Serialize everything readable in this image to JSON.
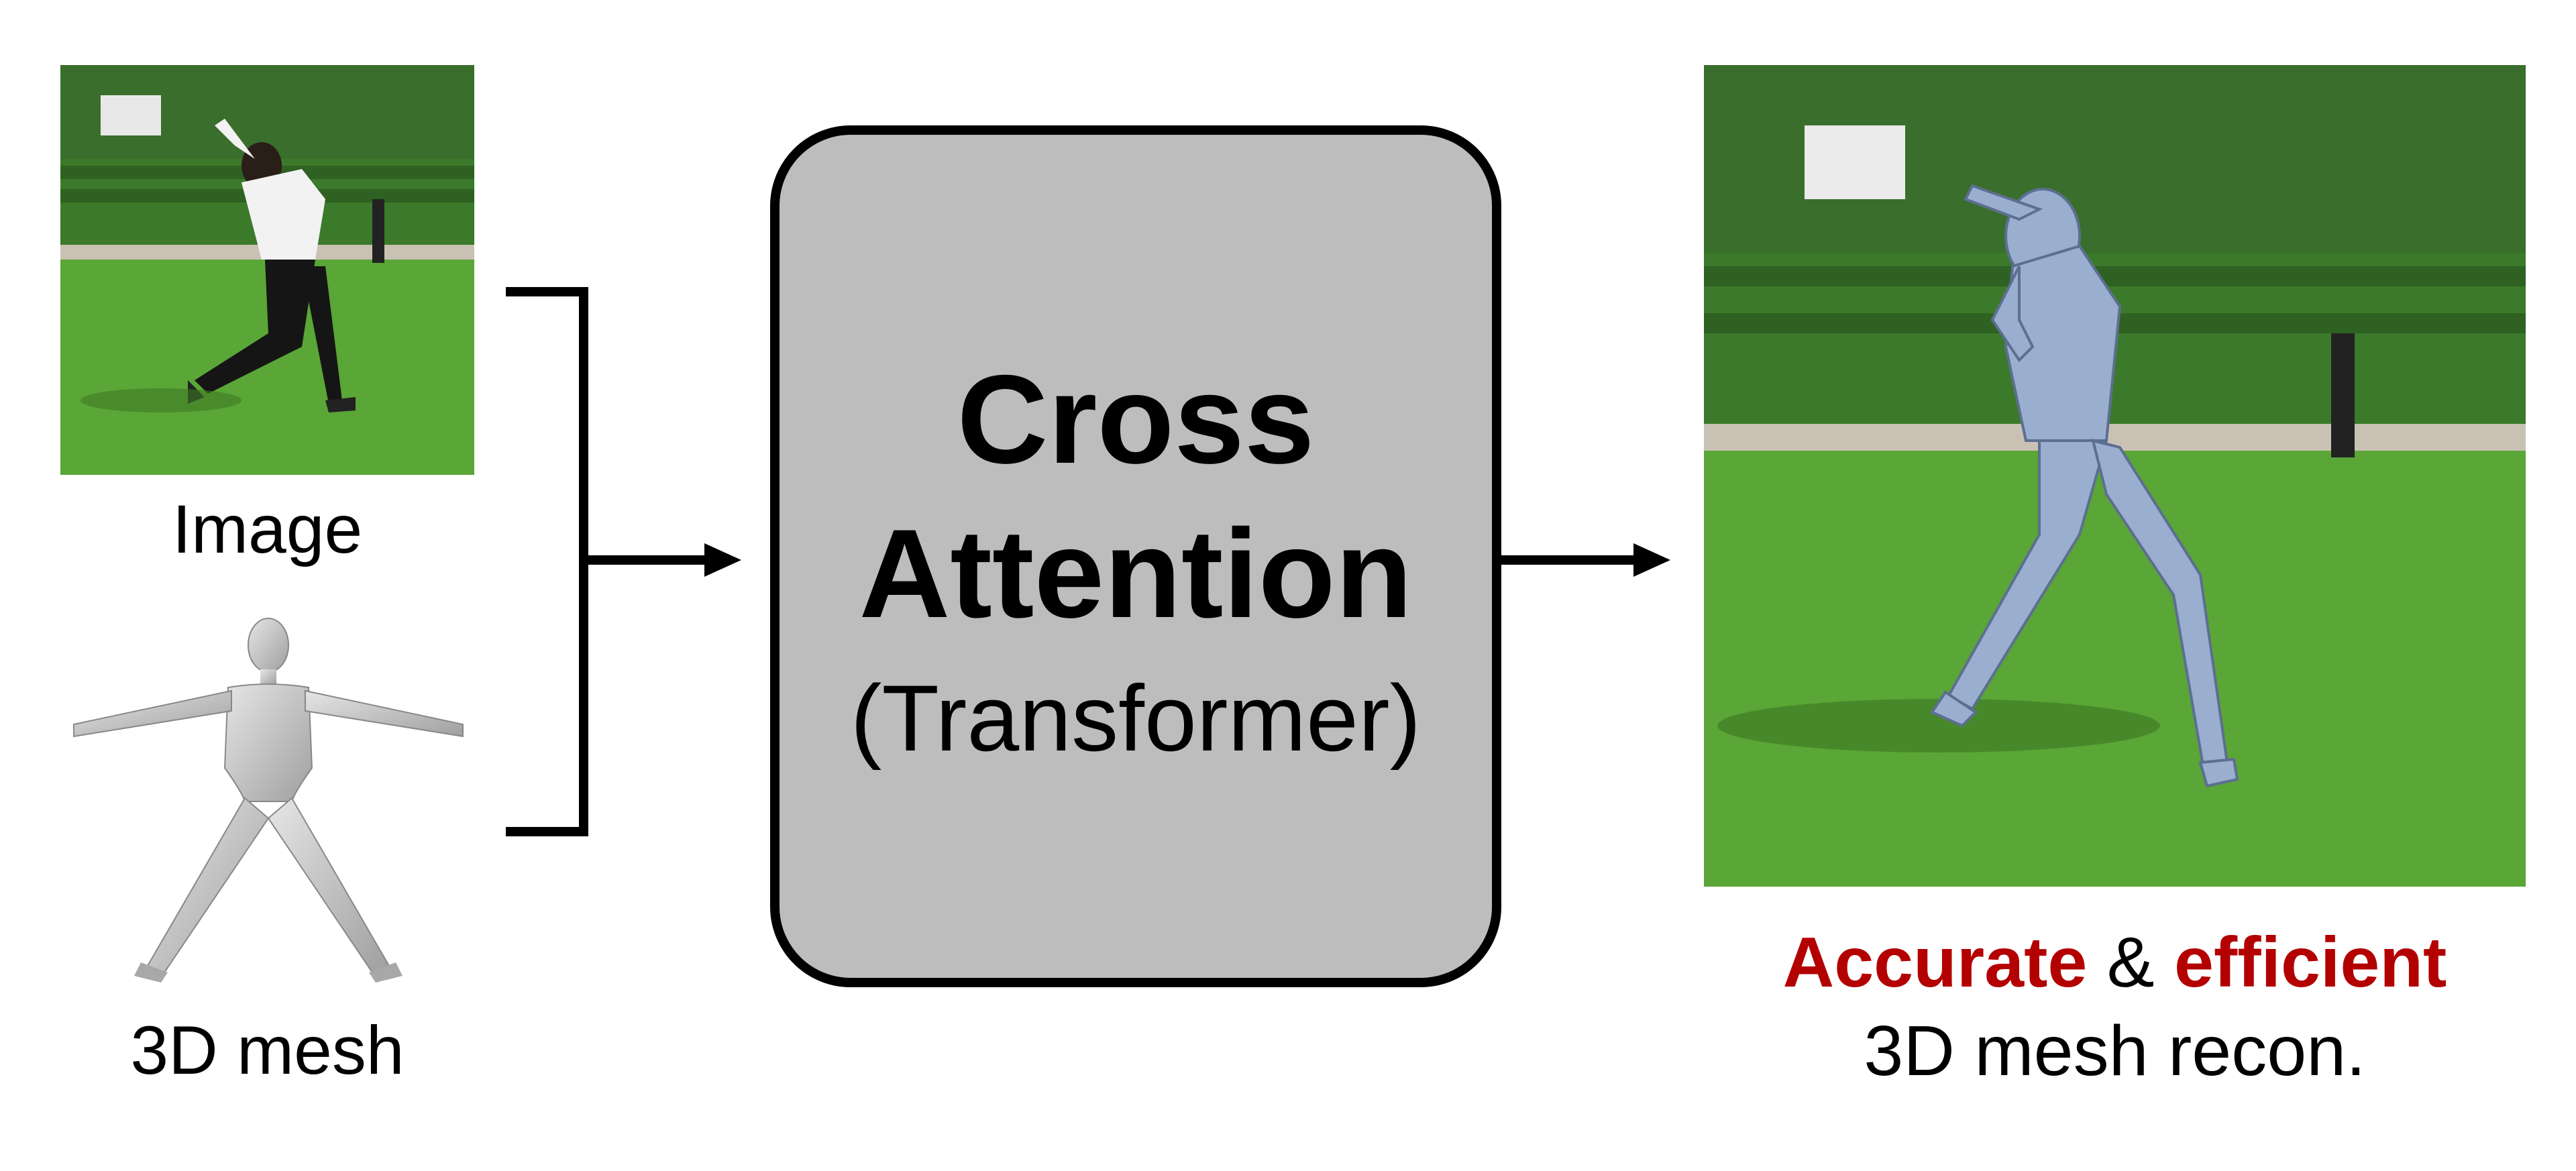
{
  "inputs": {
    "image_caption": "Image",
    "mesh_caption": "3D mesh"
  },
  "model_box": {
    "line1": "Cross",
    "line2": "Attention",
    "line3": "(Transformer)",
    "fill_color": "#bdbdbd"
  },
  "output": {
    "word1": "Accurate",
    "connector": "&",
    "word2": "efficient",
    "line2": "3D mesh recon.",
    "accent_color": "#b30000"
  },
  "colors": {
    "grass": "#4f9a2e",
    "hedge": "#3d6e2a",
    "mesh": "#cfcfcf",
    "mesh_overlay": "#9aaecf"
  }
}
